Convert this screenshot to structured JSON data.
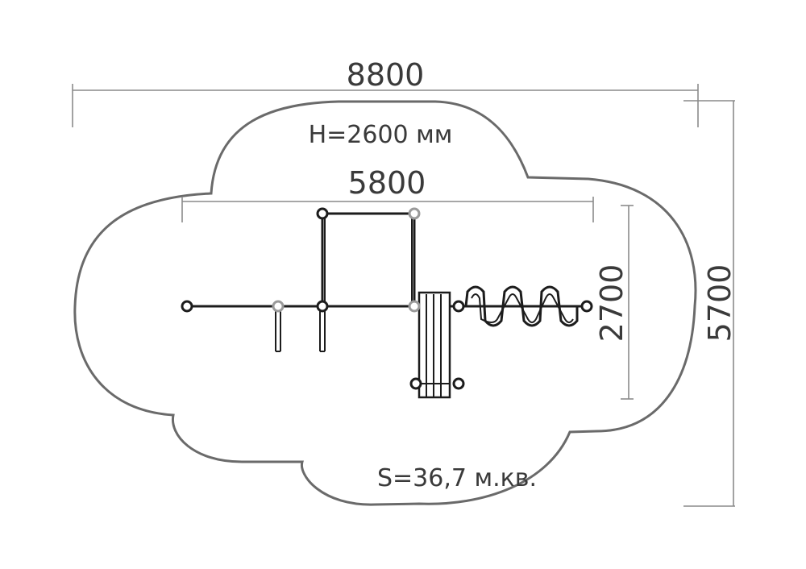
{
  "dimensions": {
    "overall_width": "8800",
    "overall_depth": "5700",
    "equipment_width": "5800",
    "equipment_depth": "2700"
  },
  "height_label": "H=2600 мм",
  "area_label": "S=36,7 м.кв.",
  "colors": {
    "outline": "#6a6a6a",
    "equipment": "#1c1c1c",
    "dimension_lines": "#8a8a8a",
    "text": "#3a3a3a"
  }
}
